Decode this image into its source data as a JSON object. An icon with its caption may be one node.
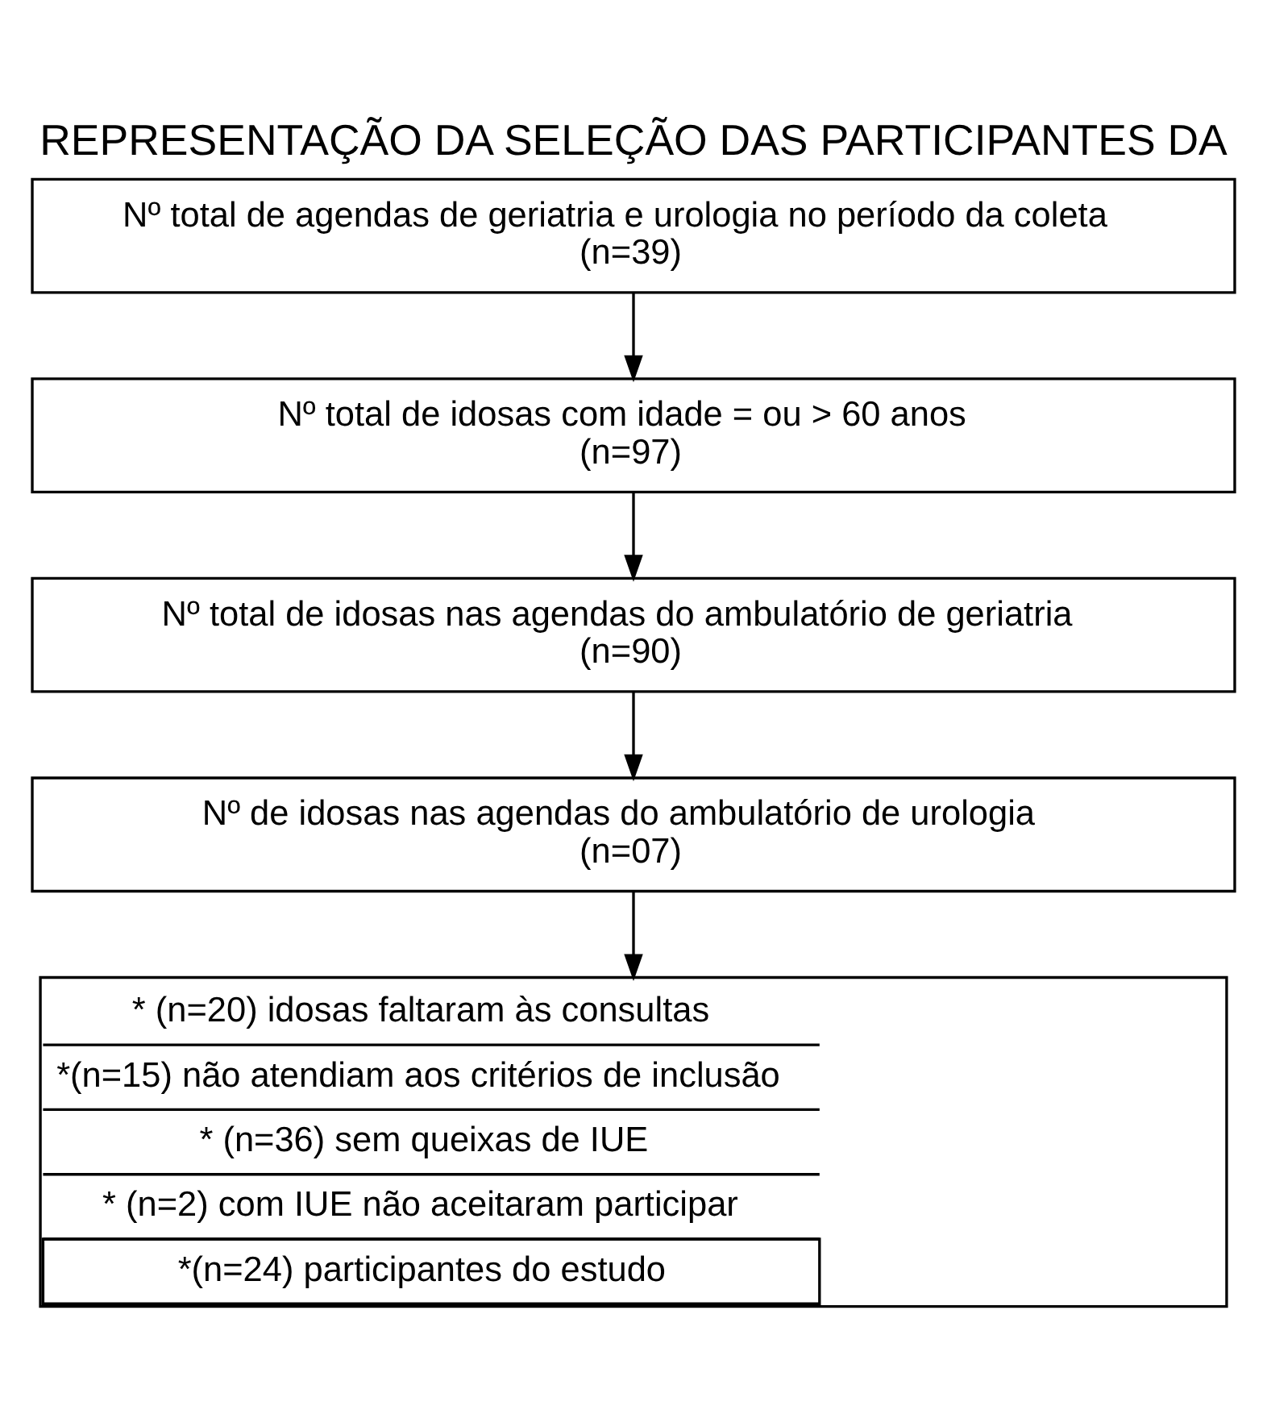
{
  "diagram": {
    "title": "REPRESENTAÇÃO DA SELEÇÃO DAS PARTICIPANTES DA",
    "nodes": [
      {
        "text": [
          "Nº total de agendas de geriatria e urologia no período da coleta",
          "(n=39)"
        ]
      },
      {
        "text": [
          "Nº total de idosas com idade = ou > 60 anos",
          "(n=97)"
        ]
      },
      {
        "text": [
          "Nº total de idosas nas agendas do ambulatório de geriatria",
          "(n=90)"
        ]
      },
      {
        "text": [
          "Nº de idosas nas agendas do ambulatório de urologia",
          "(n=07)"
        ]
      },
      {
        "text": [
          "* (n=20) idosas faltaram às consultas",
          "*(n=15) não atendiam aos critérios de inclusão",
          "* (n=36) sem queixas de IUE",
          "* (n=2) com IUE não aceitaram participar",
          "*(n=24) participantes do estudo"
        ]
      }
    ],
    "edges": [
      {
        "from": 0,
        "to": 1,
        "arrow": "to"
      },
      {
        "from": 1,
        "to": 2,
        "arrow": "to"
      },
      {
        "from": 2,
        "to": 3,
        "arrow": "to"
      },
      {
        "from": 3,
        "to": 4,
        "arrow": "to"
      }
    ]
  }
}
